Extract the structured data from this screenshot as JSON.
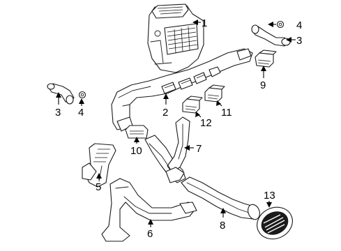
{
  "callouts": [
    {
      "id": "c1a",
      "text": "1"
    },
    {
      "id": "c4a",
      "text": "4"
    },
    {
      "id": "c3a",
      "text": "3"
    },
    {
      "id": "c9",
      "text": "9"
    },
    {
      "id": "c3b",
      "text": "3"
    },
    {
      "id": "c4b",
      "text": "4"
    },
    {
      "id": "c2",
      "text": "2"
    },
    {
      "id": "c11",
      "text": "11"
    },
    {
      "id": "c12",
      "text": "12"
    },
    {
      "id": "c10",
      "text": "10"
    },
    {
      "id": "c7",
      "text": "7"
    },
    {
      "id": "c5",
      "text": "5"
    },
    {
      "id": "c6",
      "text": "6"
    },
    {
      "id": "c8",
      "text": "8"
    },
    {
      "id": "c13",
      "text": "13"
    }
  ]
}
